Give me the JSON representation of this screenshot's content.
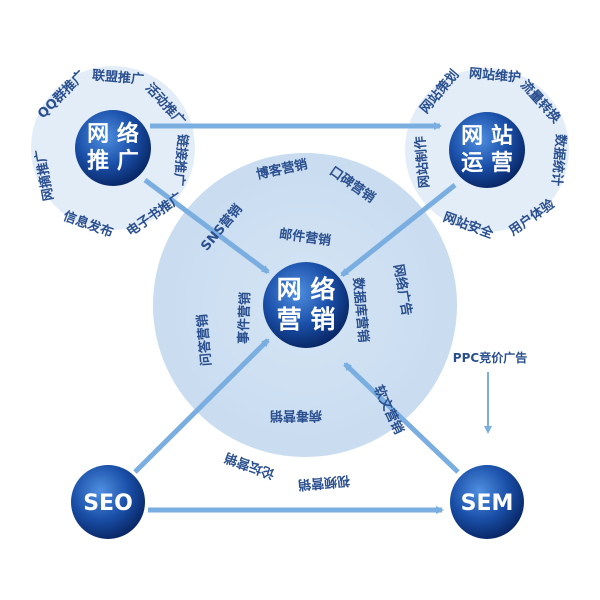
{
  "nodes": {
    "promotion": {
      "line1": "网 络",
      "line2": "推 广",
      "ring": [
        "QQ群推广",
        "联盟推广",
        "活动推广",
        "链接推广",
        "电子书推广",
        "信息发布",
        "网摘推广"
      ]
    },
    "operation": {
      "line1": "网 站",
      "line2": "运 营",
      "ring": [
        "网站策划",
        "网站维护",
        "流量转换",
        "数据统计",
        "用户体验",
        "网站安全",
        "网站制作"
      ]
    },
    "marketing": {
      "line1": "网 络",
      "line2": "营 销",
      "ring": [
        "博客营销",
        "口碑营销",
        "SNS营销",
        "邮件营销",
        "网络广告",
        "数据库营销",
        "事件营销",
        "问答营销",
        "软文营销",
        "病毒营销",
        "论坛营销",
        "视频营销"
      ]
    },
    "seo": {
      "label": "SEO"
    },
    "sem": {
      "label": "SEM"
    },
    "ppc": {
      "label": "PPC竞价广告"
    }
  },
  "colors": {
    "node_dark": "#0b2f7a",
    "node_light": "#3f7fd6",
    "ring": "#dfeaf6",
    "arrow": "#7aaee0",
    "text": "#2a4f8f"
  }
}
